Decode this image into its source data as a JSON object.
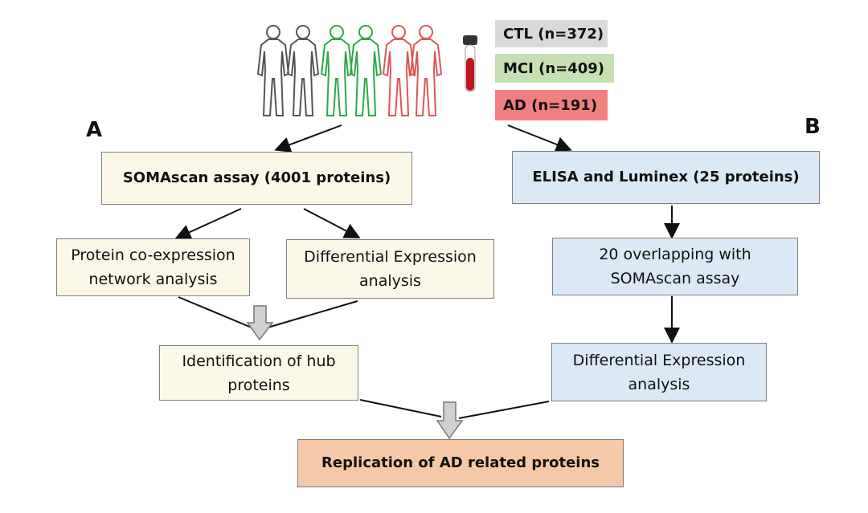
{
  "groups": [
    {
      "label": "CTL (n=372)",
      "color": "#d9d9d9"
    },
    {
      "label": "MCI (n=409)",
      "color": "#c6e0b4"
    },
    {
      "label": "AD (n=191)",
      "color": "#f08080"
    }
  ],
  "figure_colors": {
    "ctl_stroke": "#555555",
    "mci_stroke": "#2ea84a",
    "ad_stroke": "#e05555"
  },
  "panel_a": {
    "letter": "A",
    "assay": "SOMAscan assay (4001 proteins)",
    "network_line1": "Protein co-expression",
    "network_line2": "network analysis",
    "de_line1": "Differential Expression",
    "de_line2": "analysis",
    "hub_line1": "Identification of hub",
    "hub_line2": "proteins"
  },
  "panel_b": {
    "letter": "B",
    "assay": "ELISA and Luminex (25 proteins)",
    "overlap_line1": "20 overlapping with",
    "overlap_line2": "SOMAscan assay",
    "de_line1": "Differential Expression",
    "de_line2": "analysis"
  },
  "result": "Replication of AD related proteins"
}
